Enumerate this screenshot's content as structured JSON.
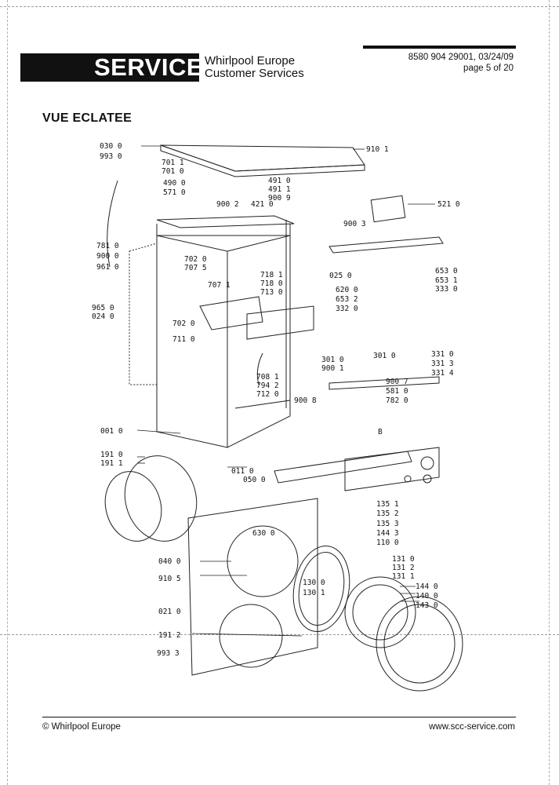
{
  "header": {
    "badge": "SERVICE",
    "company_line1": "Whirlpool Europe",
    "company_line2": "Customer Services",
    "doc_number": "8580 904 29001, 03/24/09",
    "page": "page 5 of 20"
  },
  "title": "VUE ECLATEE",
  "footer": {
    "copyright": "© Whirlpool Europe",
    "website": "www.scc-service.com"
  },
  "part_labels": {
    "p030": "030 0",
    "p993a": "993 0",
    "p910a": "910 1",
    "p701a": "701 1",
    "p701b": "701 0",
    "p490": "490 0",
    "p571": "571 0",
    "p491a": "491 0",
    "p491b": "491 1",
    "p9009": "900 9",
    "p9002": "900 2",
    "p421": "421 0",
    "p9003": "900 3",
    "p521": "521 0",
    "p781": "781 0",
    "p9000": "900 0",
    "p961": "961 0",
    "p7020": "702 0",
    "p7075": "707 5",
    "p7071": "707 1",
    "p718a": "718 1",
    "p718b": "718 0",
    "p713": "713 0",
    "p025": "025 0",
    "p653a": "653 0",
    "p653b": "653 1",
    "p333": "333 0",
    "p620": "620 0",
    "p6532": "653 2",
    "p332": "332 0",
    "p965": "965 0",
    "p024": "024 0",
    "p702b": "702 0",
    "p711": "711 0",
    "p3010a": "301 0",
    "p9001": "900 1",
    "p3010b": "301 0",
    "p3310": "331 0",
    "p3313": "331 3",
    "p3314": "331 4",
    "p708": "708 1",
    "p794": "794 2",
    "p712": "712 0",
    "p9007": "900 7",
    "p581": "581 0",
    "p782": "782 0",
    "p9008": "900 8",
    "pB": "B",
    "p001": "001 0",
    "p1910": "191 0",
    "p1911": "191 1",
    "p011": "011 0",
    "p050": "050 0",
    "p1351": "135 1",
    "p1352": "135 2",
    "p1353": "135 3",
    "p1443": "144 3",
    "p110": "110 0",
    "p630": "630 0",
    "p1310": "131 0",
    "p1312": "131 2",
    "p1311": "131 1",
    "p040": "040 0",
    "p9105": "910 5",
    "p1300": "130 0",
    "p1301": "130 1",
    "p1440": "144 0",
    "p1400": "140 0",
    "p1430": "143 0",
    "p021": "021 0",
    "p1912": "191 2",
    "p9933": "993 3"
  }
}
